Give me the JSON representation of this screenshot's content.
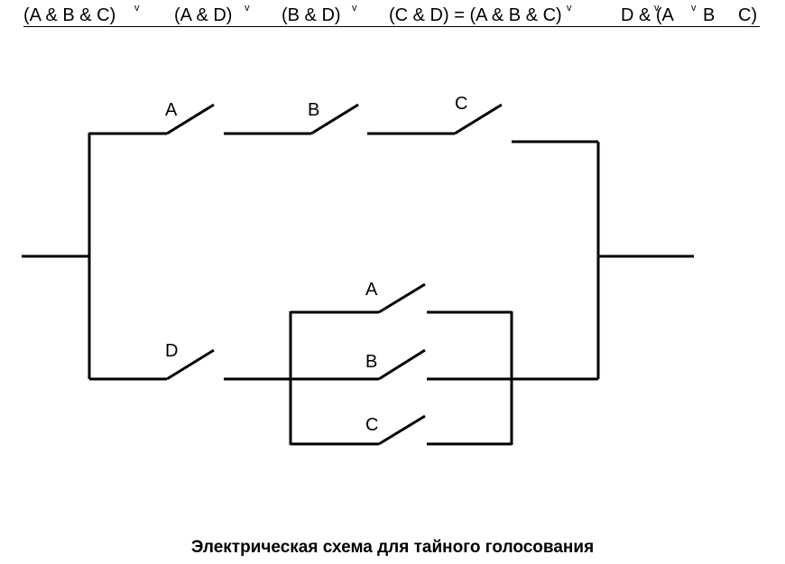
{
  "header": {
    "formula1": "(A & B & C)",
    "formula2": "(A & D)",
    "formula3": "(B & D)",
    "formula4": "(C & D) = (A & B & C)",
    "formula5": "D & (A",
    "formula6": "B",
    "formula7": "C)",
    "or_symbol": "v"
  },
  "switches": {
    "top_a": "A",
    "top_b": "B",
    "top_c": "C",
    "bottom_d": "D",
    "parallel_a": "A",
    "parallel_b": "B",
    "parallel_c": "C"
  },
  "caption": "Электрическая схема для тайного голосования"
}
